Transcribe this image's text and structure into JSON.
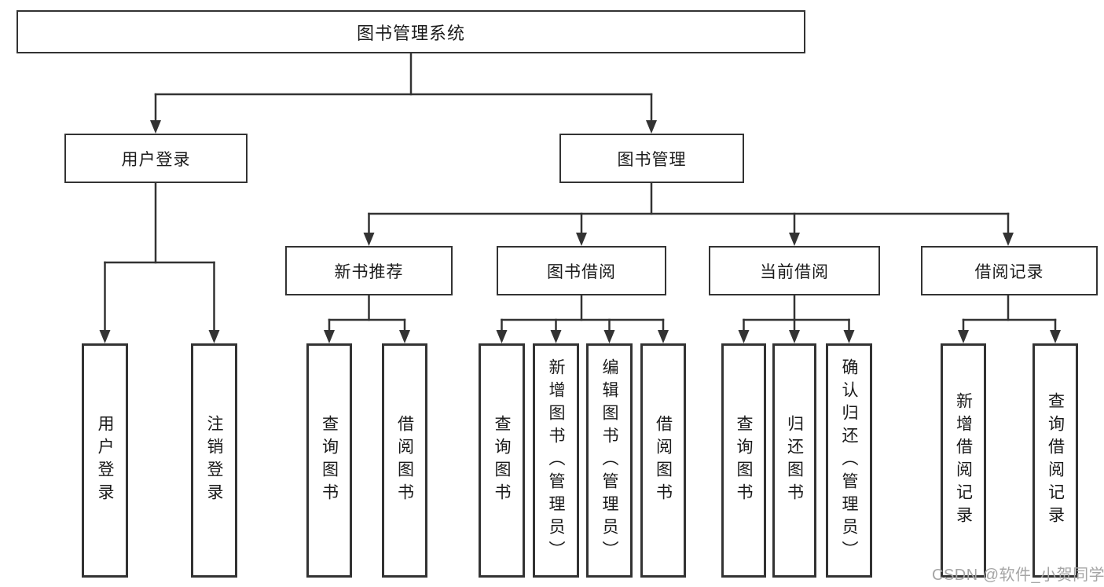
{
  "tree": {
    "root": "图书管理系统",
    "user": {
      "label": "用户登录",
      "children": [
        "用户登录",
        "注销登录"
      ]
    },
    "mgmt": {
      "label": "图书管理",
      "groups": [
        {
          "label": "新书推荐",
          "children": [
            "查询图书",
            "借阅图书"
          ]
        },
        {
          "label": "图书借阅",
          "children": [
            "查询图书",
            "新增图书（管理员）",
            "编辑图书（管理员）",
            "借阅图书"
          ]
        },
        {
          "label": "当前借阅",
          "children": [
            "查询图书",
            "归还图书",
            "确认归还（管理员）"
          ]
        },
        {
          "label": "借阅记录",
          "children": [
            "新增借阅记录",
            "查询借阅记录"
          ]
        }
      ]
    }
  },
  "watermark": "CSDN @软件_小贺同学",
  "colors": {
    "line": "#333333",
    "box_border": "#333333",
    "text": "#1a1a1a",
    "watermark": "#a5a5a5",
    "background": "#ffffff"
  }
}
